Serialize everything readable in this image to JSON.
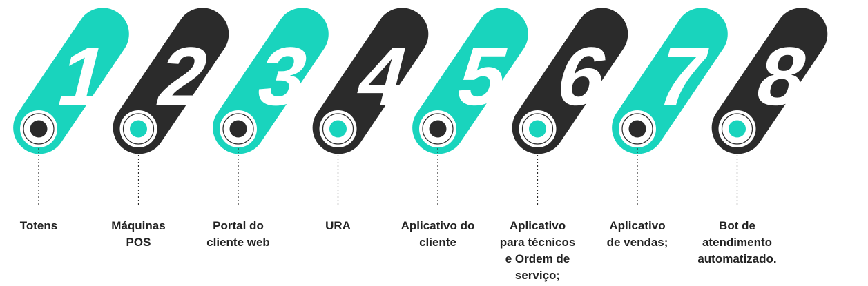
{
  "colors": {
    "teal": "#19d4bd",
    "dark": "#2b2b2b",
    "white": "#ffffff",
    "text": "#222222"
  },
  "steps": [
    {
      "number": "1",
      "label": "Totens",
      "style": "teal"
    },
    {
      "number": "2",
      "label": "Máquinas\nPOS",
      "style": "dark"
    },
    {
      "number": "3",
      "label": "Portal do\ncliente web",
      "style": "teal"
    },
    {
      "number": "4",
      "label": "URA",
      "style": "dark"
    },
    {
      "number": "5",
      "label": "Aplicativo do\ncliente",
      "style": "teal"
    },
    {
      "number": "6",
      "label": "Aplicativo\npara técnicos\ne Ordem de\nserviço;",
      "style": "dark"
    },
    {
      "number": "7",
      "label": "Aplicativo\nde vendas;",
      "style": "teal"
    },
    {
      "number": "8",
      "label": "Bot de\natendimento\nautomatizado.",
      "style": "dark"
    }
  ]
}
